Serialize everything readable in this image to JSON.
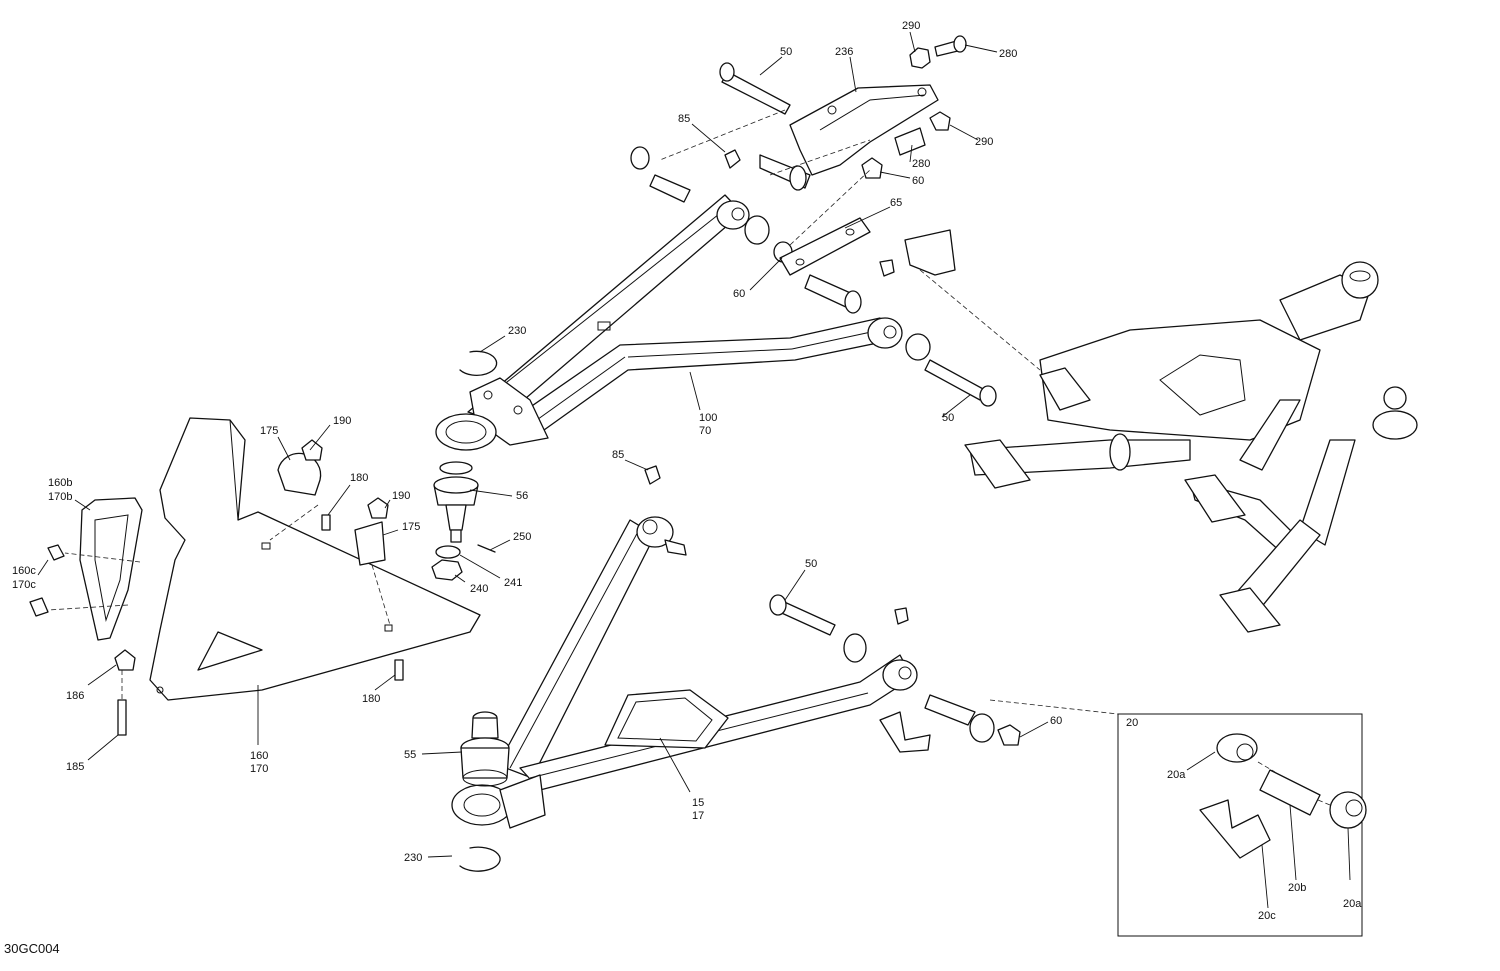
{
  "figure_code": "30GC004",
  "inset_label": "20",
  "labels": {
    "l50a": "50",
    "l236": "236",
    "l290a": "290",
    "l280a": "280",
    "l85a": "85",
    "l290b": "290",
    "l280b": "280",
    "l60a": "60",
    "l65": "65",
    "l60b": "60",
    "l230a": "230",
    "l100": "100",
    "l70": "70",
    "l50b": "50",
    "l175a": "175",
    "l190a": "190",
    "l180a": "180",
    "l190b": "190",
    "l160b": "160b",
    "l170b": "170b",
    "l56": "56",
    "l85b": "85",
    "l175b": "175",
    "l250": "250",
    "l241": "241",
    "l240": "240",
    "l160c": "160c",
    "l170c": "170c",
    "l50c": "50",
    "l186": "186",
    "l180b": "180",
    "l160": "160",
    "l170": "170",
    "l60c": "60",
    "l55": "55",
    "l185": "185",
    "l15": "15",
    "l17": "17",
    "l230b": "230",
    "l20a1": "20a",
    "l20a2": "20a",
    "l20b": "20b",
    "l20c": "20c"
  }
}
